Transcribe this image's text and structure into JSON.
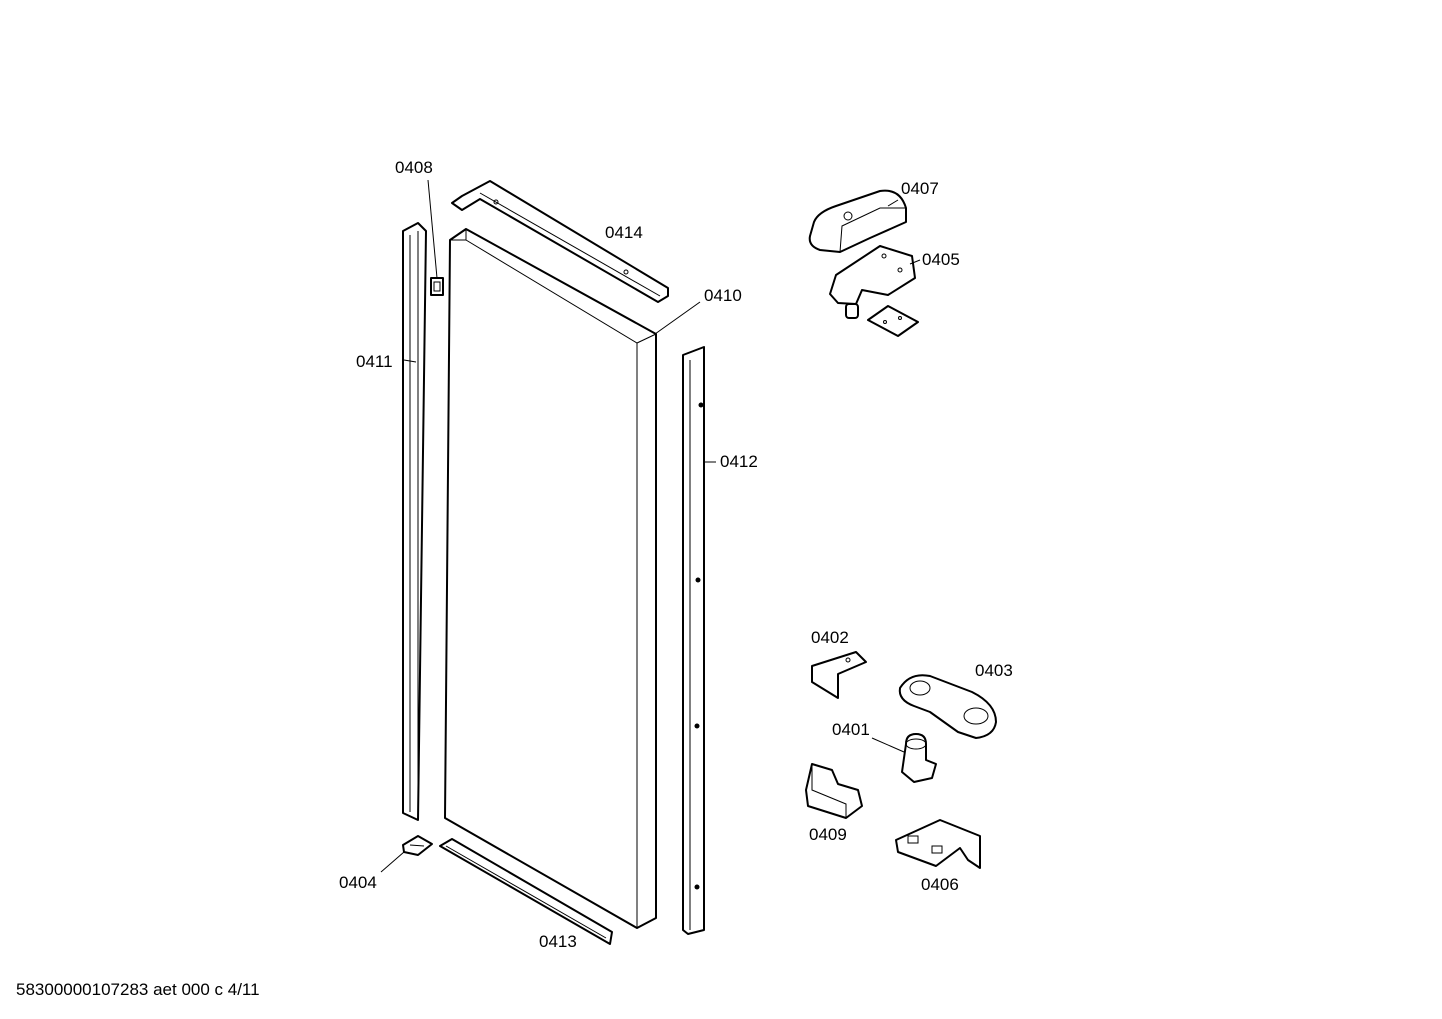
{
  "parts": [
    {
      "id": "p0401",
      "number": "0401"
    },
    {
      "id": "p0402",
      "number": "0402"
    },
    {
      "id": "p0403",
      "number": "0403"
    },
    {
      "id": "p0404",
      "number": "0404"
    },
    {
      "id": "p0405",
      "number": "0405"
    },
    {
      "id": "p0406",
      "number": "0406"
    },
    {
      "id": "p0407",
      "number": "0407"
    },
    {
      "id": "p0408",
      "number": "0408"
    },
    {
      "id": "p0409",
      "number": "0409"
    },
    {
      "id": "p0410",
      "number": "0410"
    },
    {
      "id": "p0411",
      "number": "0411"
    },
    {
      "id": "p0412",
      "number": "0412"
    },
    {
      "id": "p0413",
      "number": "0413"
    },
    {
      "id": "p0414",
      "number": "0414"
    }
  ],
  "footer": {
    "text": "58300000107283 aet 000 c 4/11"
  }
}
